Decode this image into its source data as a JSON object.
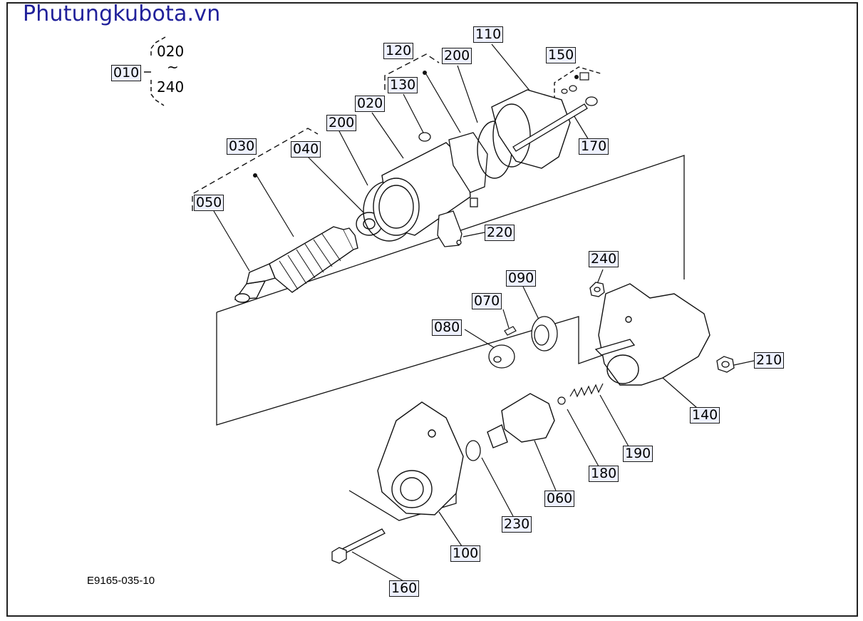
{
  "header": {
    "site_title": "Phutungkubota.vn"
  },
  "footer": {
    "drawing_code": "E9165-035-10"
  },
  "range_note": {
    "from": "020",
    "tilde": "~",
    "to": "240"
  },
  "callouts": [
    {
      "id": "010",
      "label": "010"
    },
    {
      "id": "020",
      "label": "020"
    },
    {
      "id": "030",
      "label": "030"
    },
    {
      "id": "040",
      "label": "040"
    },
    {
      "id": "050",
      "label": "050"
    },
    {
      "id": "060",
      "label": "060"
    },
    {
      "id": "070",
      "label": "070"
    },
    {
      "id": "080",
      "label": "080"
    },
    {
      "id": "090",
      "label": "090"
    },
    {
      "id": "100",
      "label": "100"
    },
    {
      "id": "110",
      "label": "110"
    },
    {
      "id": "120",
      "label": "120"
    },
    {
      "id": "130",
      "label": "130"
    },
    {
      "id": "140",
      "label": "140"
    },
    {
      "id": "150",
      "label": "150"
    },
    {
      "id": "160",
      "label": "160"
    },
    {
      "id": "170",
      "label": "170"
    },
    {
      "id": "180",
      "label": "180"
    },
    {
      "id": "190",
      "label": "190"
    },
    {
      "id": "200a",
      "label": "200"
    },
    {
      "id": "200b",
      "label": "200"
    },
    {
      "id": "210",
      "label": "210"
    },
    {
      "id": "220",
      "label": "220"
    },
    {
      "id": "230",
      "label": "230"
    },
    {
      "id": "240",
      "label": "240"
    }
  ],
  "colors": {
    "title": "#20209a",
    "callout_bg": "#eef1ff",
    "line": "#1a1a1a"
  }
}
